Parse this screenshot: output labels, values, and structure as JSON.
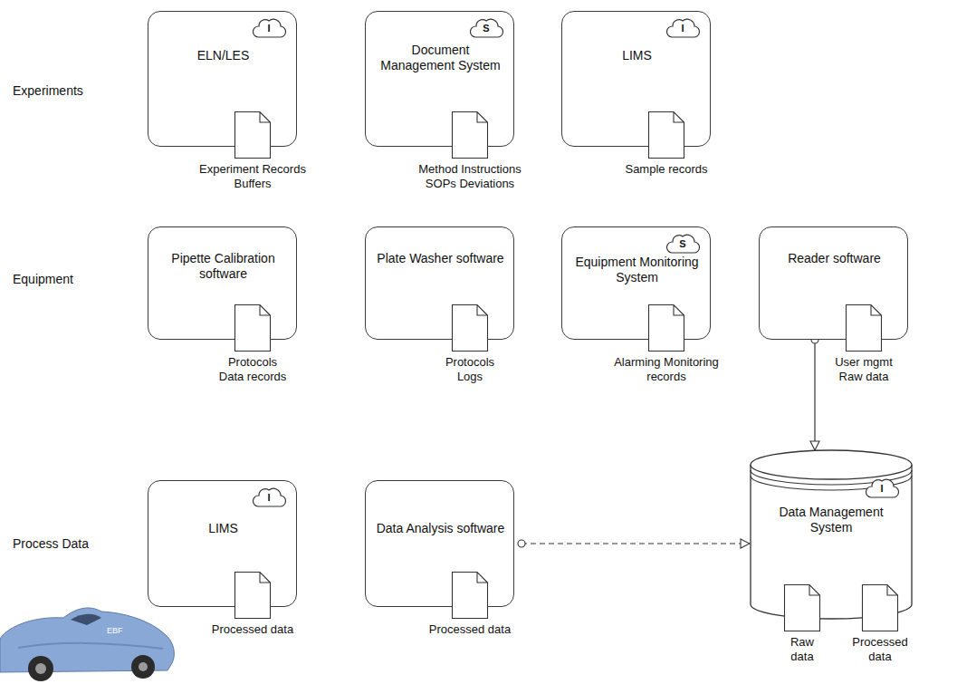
{
  "diagram": {
    "nodes": [
      {
        "text": [
          "ELN/LES",
          "Experiment Records Buffers"
        ]
      },
      {
        "text": [
          "I"
        ],
        "in": 0
      },
      {
        "text": [
          "Document Management System",
          "Method Instructions SOPs Deviations"
        ]
      },
      {
        "text": [
          "S"
        ],
        "in": 2
      },
      {
        "text": [
          "LIMS",
          "Sample records"
        ]
      },
      {
        "text": [
          "I"
        ],
        "in": 4
      },
      {
        "text": [
          "Pipette Calibration software",
          "Protocols Data records"
        ]
      },
      {
        "text": [
          "Plate Washer software",
          "Protocols Logs"
        ]
      },
      {
        "text": [
          "Equipment Monitoring System",
          "Alarming Monitoring records"
        ]
      },
      {
        "text": [
          "S"
        ],
        "in": 8
      },
      {
        "text": [
          "Reader software",
          "User mgmt Raw data"
        ]
      },
      {
        "text": [
          "LIMS",
          "Processed data"
        ]
      },
      {
        "text": [
          "I"
        ],
        "in": 11
      },
      {
        "text": [
          "Data Analysis software",
          "Processed data"
        ]
      },
      {
        "text": [
          "Data Management System",
          "Raw data",
          "Processed data"
        ]
      },
      {
        "text": [
          "I"
        ],
        "in": 14
      }
    ],
    "edges": [
      {
        "from": 10,
        "to": 14,
        "arrow": "to"
      },
      {
        "from": 13,
        "to": 14,
        "arrow": "to"
      }
    ],
    "labels": [
      "Experiments",
      "Equipment",
      "Process Data",
      "EBF"
    ]
  }
}
